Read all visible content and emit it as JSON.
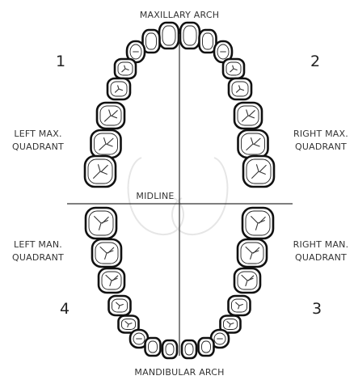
{
  "labels": {
    "maxillary_arch": "MAXILLARY ARCH",
    "mandibular_arch": "MANDIBULAR ARCH",
    "midline": "MIDLINE",
    "left_max_quadrant_line1": "LEFT MAX.",
    "left_max_quadrant_line2": "QUADRANT",
    "right_max_quadrant_line1": "RIGHT MAX.",
    "right_max_quadrant_line2": "QUADRANT",
    "left_man_quadrant_line1": "LEFT MAN.",
    "left_man_quadrant_line2": "QUADRANT",
    "right_man_quadrant_line1": "RIGHT MAN.",
    "right_man_quadrant_line2": "QUADRANT"
  },
  "quadrant_numbers": {
    "q1": "1",
    "q2": "2",
    "q3": "3",
    "q4": "4"
  }
}
